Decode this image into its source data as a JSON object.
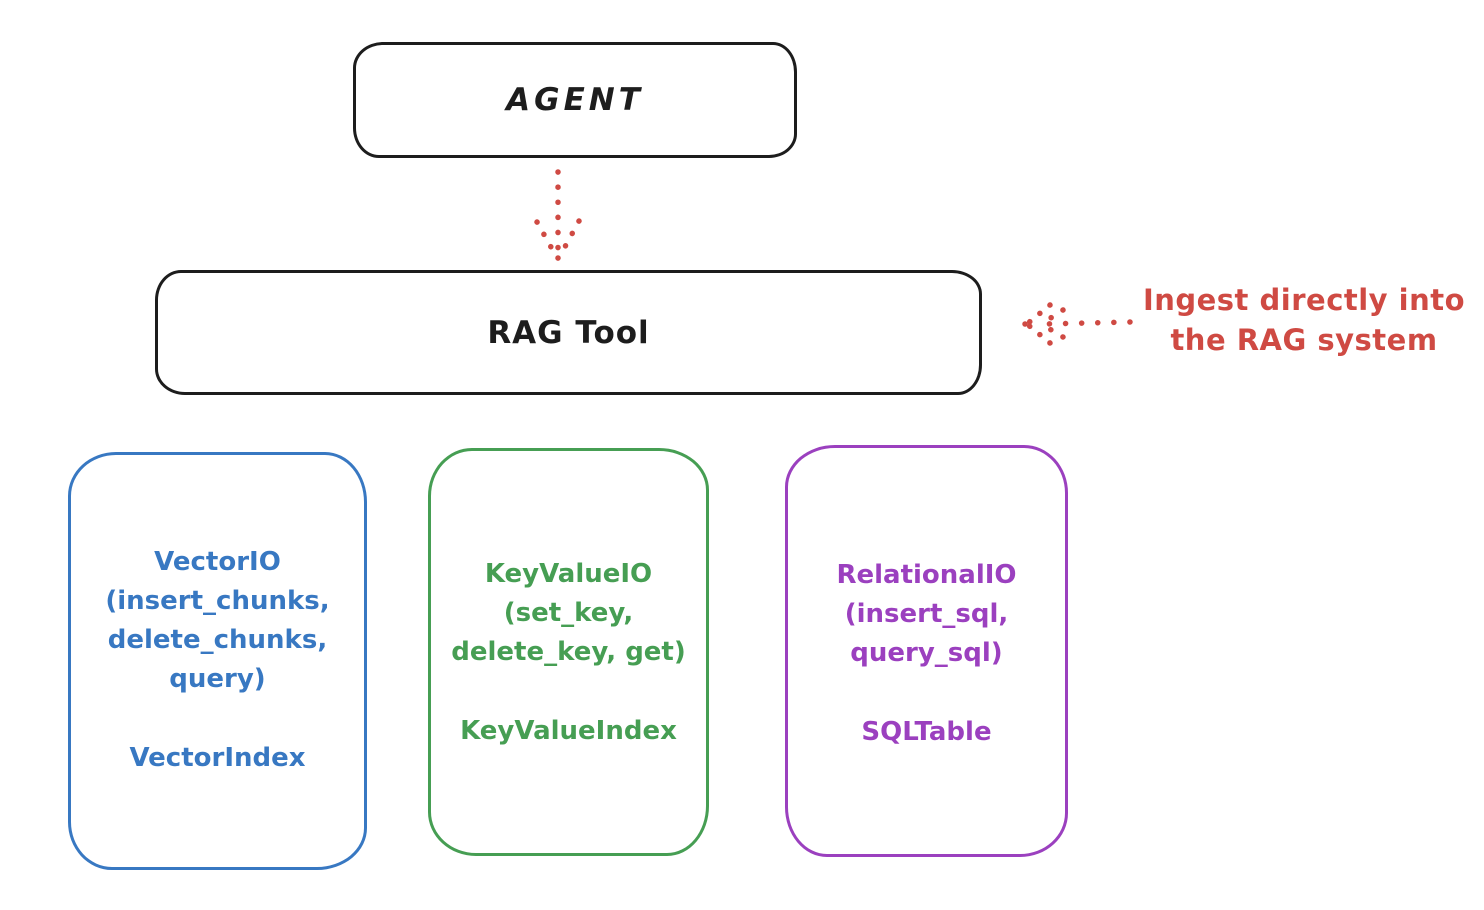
{
  "diagram": {
    "agent": {
      "label": "AGENT"
    },
    "rag_tool": {
      "label": "RAG Tool"
    },
    "annotation": {
      "line1": "Ingest directly into",
      "line2": "the RAG system"
    },
    "backends": [
      {
        "id": "vector-io",
        "lines": [
          "VectorIO",
          "(insert_chunks,",
          "delete_chunks,",
          "query)"
        ],
        "index_label": "VectorIndex",
        "color": "#3878c2"
      },
      {
        "id": "key-value-io",
        "lines": [
          "KeyValueIO",
          "(set_key,",
          "delete_key, get)"
        ],
        "index_label": "KeyValueIndex",
        "color": "#469e53"
      },
      {
        "id": "relational-io",
        "lines": [
          "RelationalIO",
          "(insert_sql,",
          "query_sql)"
        ],
        "index_label": "SQLTable",
        "color": "#9b40bf"
      }
    ],
    "colors": {
      "stroke_black": "#1d1d1d",
      "annotation_red": "#cf4a43",
      "background": "#ffffff"
    }
  }
}
